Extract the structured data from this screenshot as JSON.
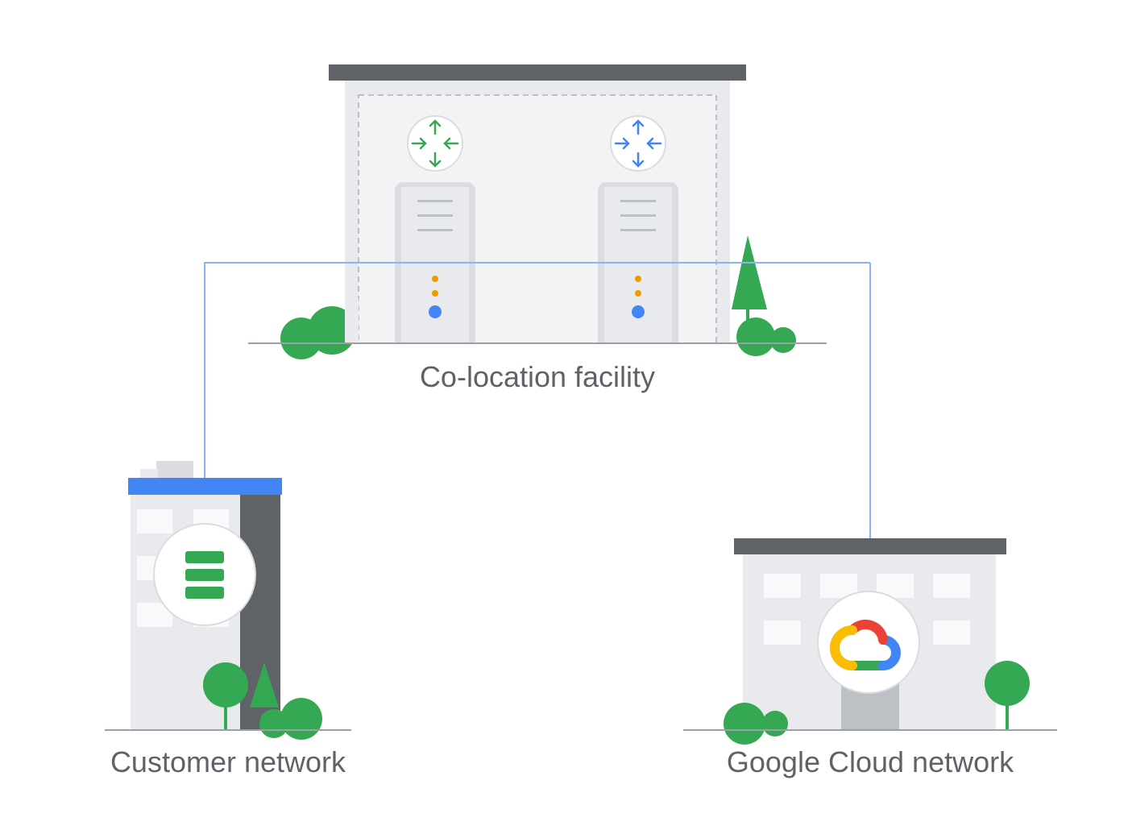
{
  "labels": {
    "colocation": "Co-location facility",
    "customer": "Customer network",
    "google": "Google Cloud network"
  },
  "icons": {
    "router_left": "router-icon",
    "router_right": "router-icon",
    "customer_node": "storage-stack-icon",
    "google_node": "google-cloud-logo-icon"
  },
  "colors": {
    "connection_line": "#8ab4f8",
    "building_wall": "#e8eaed",
    "building_shade": "#dadce0",
    "roof": "#5f6368",
    "customer_roof": "#4285f4",
    "tree": "#34a853",
    "led_orange": "#f29900",
    "led_blue": "#4285f4",
    "ground": "#9aa0a6",
    "label_text": "#5f6368"
  }
}
